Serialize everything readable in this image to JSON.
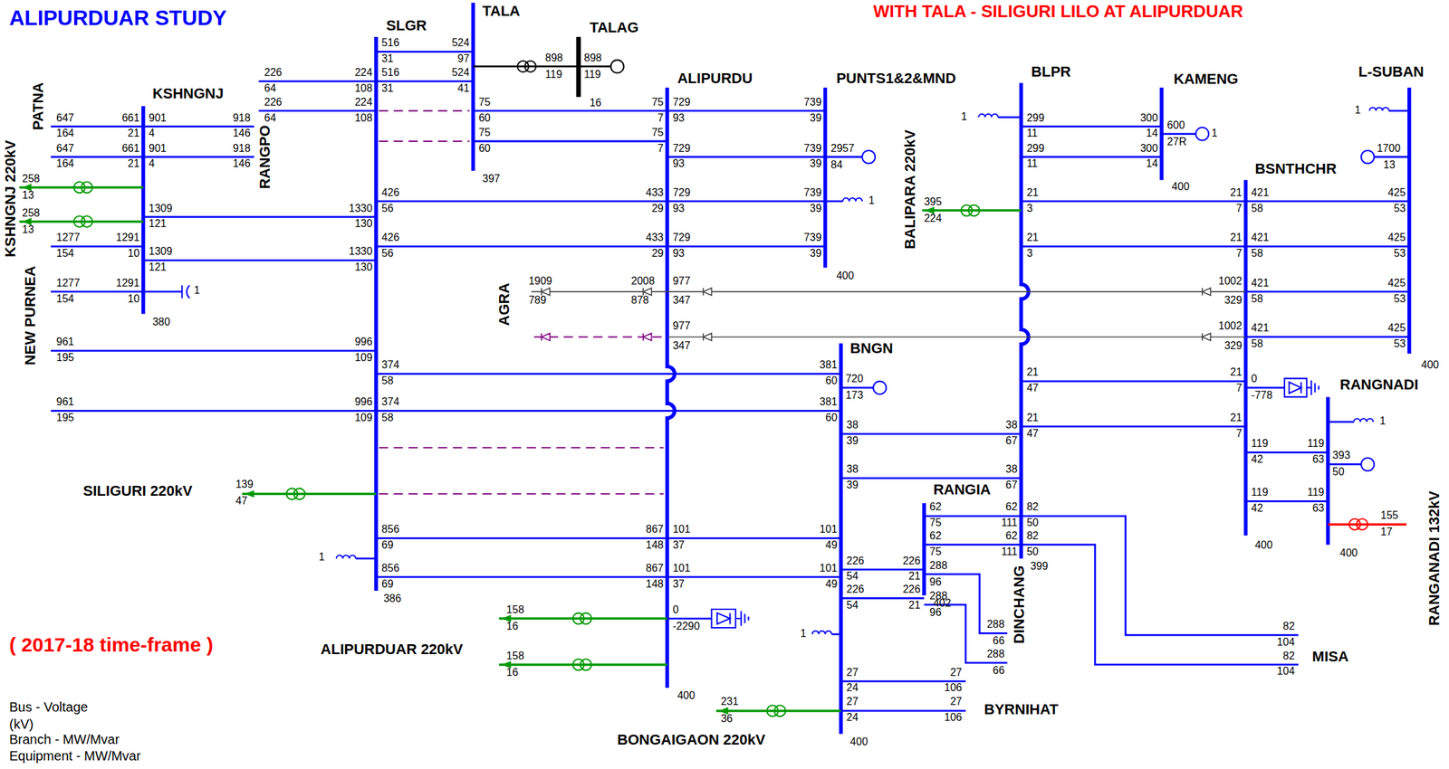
{
  "diagram": {
    "title": "ALIPURDUAR STUDY",
    "labels": [
      "WITH TALA - SILIGURI LILO AT ALIPURDUAR",
      "( 2017-18 time-frame )",
      "Bus - Voltage (kV)",
      "Branch - MW/Mvar",
      "Equipment - MW/Mvar",
      "KSHNGNJ",
      "380",
      "SLGR",
      "386",
      "TALA",
      "397",
      "TALAG",
      "16",
      "ALIPURDU",
      "400",
      "PUNTS1&2&MND",
      "400",
      "BNGN",
      "400",
      "BLPR",
      "399",
      "KAMENG",
      "400",
      "BSNTHCHR",
      "400",
      "L-SUBAN",
      "400",
      "RANGNADI",
      "400",
      "RANGIA",
      "402",
      "BYRNIHAT",
      "MISA",
      "DINCHANG",
      "PATNA",
      "KSHNGNJ 220kV",
      "NEW PURNEA",
      "RANGPO",
      "AGRA",
      "BALIPARA 220kV",
      "RANGANADI 132kV",
      "SILIGURI 220kV",
      "ALIPURDUAR 220kV",
      "BONGAIGAON 220kV",
      "516",
      "524",
      "31",
      "97",
      "516",
      "524",
      "31",
      "41",
      "898",
      "898",
      "119",
      "119",
      "226",
      "224",
      "64",
      "108",
      "226",
      "224",
      "64",
      "108",
      "75",
      "75",
      "60",
      "7",
      "75",
      "75",
      "60",
      "7",
      "729",
      "739",
      "93",
      "39",
      "729",
      "739",
      "93",
      "39",
      "729",
      "739",
      "93",
      "39",
      "729",
      "739",
      "93",
      "39",
      "2957",
      "84",
      "1",
      "426",
      "433",
      "56",
      "29",
      "426",
      "433",
      "56",
      "29",
      "1309",
      "1330",
      "121",
      "130",
      "1309",
      "1330",
      "121",
      "130",
      "901",
      "918",
      "4",
      "146",
      "901",
      "918",
      "4",
      "146",
      "647",
      "661",
      "164",
      "21",
      "647",
      "661",
      "164",
      "21",
      "258",
      "13",
      "258",
      "13",
      "1277",
      "1291",
      "154",
      "10",
      "1277",
      "1291",
      "154",
      "10",
      "1",
      "961",
      "996",
      "195",
      "109",
      "961",
      "996",
      "195",
      "109",
      "374",
      "381",
      "58",
      "60",
      "374",
      "381",
      "58",
      "60",
      "139",
      "47",
      "856",
      "867",
      "69",
      "148",
      "856",
      "867",
      "69",
      "148",
      "1",
      "101",
      "101",
      "37",
      "49",
      "101",
      "101",
      "37",
      "49",
      "1909",
      "2008",
      "789",
      "878",
      "977",
      "347",
      "1002",
      "329",
      "977",
      "347",
      "1002",
      "329",
      "158",
      "16",
      "158",
      "16",
      "0",
      "-2290",
      "720",
      "173",
      "38",
      "38",
      "39",
      "67",
      "38",
      "38",
      "39",
      "67",
      "226",
      "226",
      "54",
      "21",
      "226",
      "226",
      "54",
      "21",
      "1",
      "27",
      "27",
      "24",
      "106",
      "27",
      "27",
      "24",
      "106",
      "231",
      "36",
      "62",
      "62",
      "75",
      "111",
      "62",
      "62",
      "75",
      "111",
      "82",
      "50",
      "82",
      "50",
      "82",
      "104",
      "82",
      "104",
      "288",
      "96",
      "288",
      "96",
      "288",
      "66",
      "288",
      "66",
      "299",
      "300",
      "11",
      "14",
      "299",
      "300",
      "11",
      "14",
      "600",
      "27R",
      "1",
      "1",
      "395",
      "224",
      "21",
      "21",
      "3",
      "7",
      "21",
      "21",
      "3",
      "7",
      "21",
      "21",
      "47",
      "7",
      "21",
      "21",
      "47",
      "7",
      "421",
      "425",
      "58",
      "53",
      "421",
      "425",
      "58",
      "53",
      "421",
      "425",
      "58",
      "53",
      "421",
      "425",
      "58",
      "53",
      "1",
      "1700",
      "13",
      "0",
      "-778",
      "119",
      "119",
      "42",
      "63",
      "119",
      "119",
      "42",
      "63",
      "1",
      "393",
      "50",
      "155",
      "17"
    ]
  }
}
